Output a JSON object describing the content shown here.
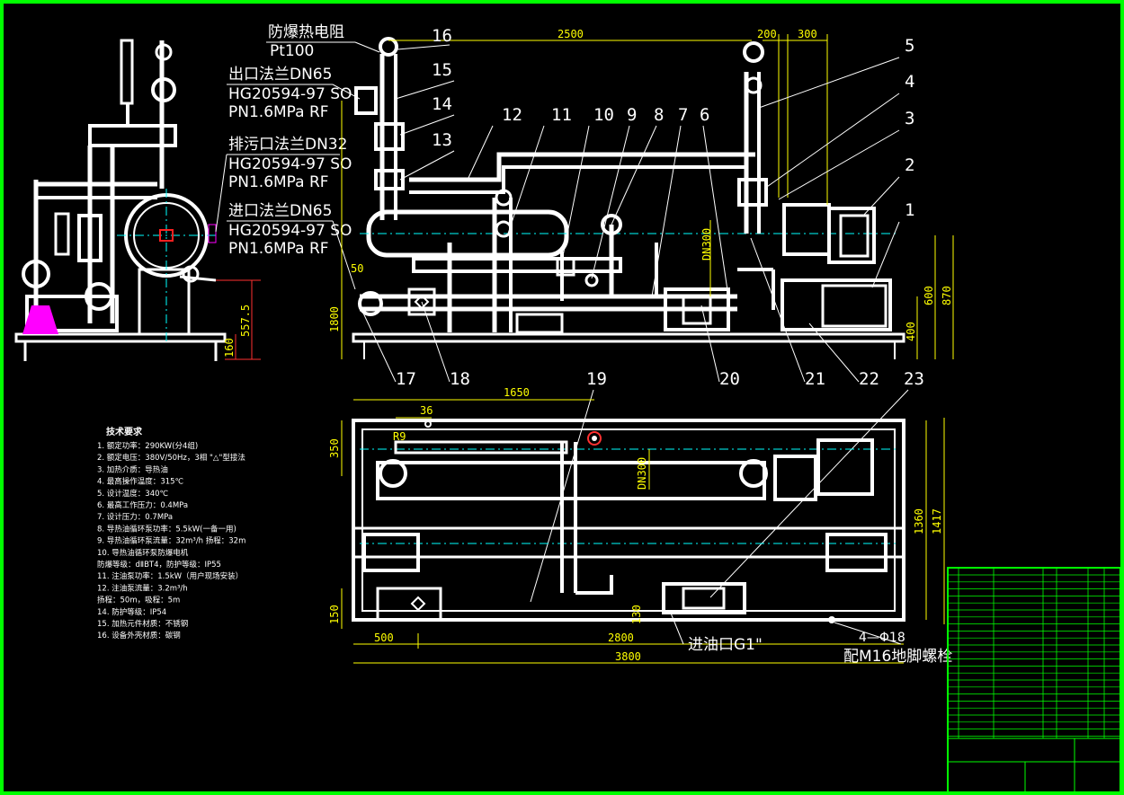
{
  "title_labels": {
    "sensor": [
      "防爆热电阻",
      "Pt100"
    ],
    "outlet": [
      "出口法兰DN65",
      "HG20594-97 SO",
      "PN1.6MPa RF"
    ],
    "drain": [
      "排污口法兰DN32",
      "HG20594-97 SO",
      "PN1.6MPa RF"
    ],
    "inlet": [
      "进口法兰DN65",
      "HG20594-97 SO",
      "PN1.6MPa RF"
    ]
  },
  "part_numbers_top": [
    "16",
    "15",
    "14",
    "13",
    "12",
    "11",
    "10",
    "9",
    "8",
    "7",
    "6",
    "5",
    "4",
    "3",
    "2",
    "1"
  ],
  "part_numbers_bottom": [
    "17",
    "18",
    "20",
    "21",
    "22",
    "19",
    "23"
  ],
  "dimensions": {
    "front": [
      "2500",
      "200",
      "300",
      "1800",
      "50",
      "DN300",
      "600",
      "870",
      "400"
    ],
    "side": [
      "557.5",
      "160"
    ],
    "plan": [
      "1650",
      "36",
      "R9",
      "350",
      "DN300",
      "1360",
      "1417",
      "150",
      "130",
      "500",
      "2800",
      "3800",
      "4—Φ18"
    ]
  },
  "plan_labels": {
    "oil_inlet": "进油口G1\"",
    "anchor": "配M16地脚螺栓"
  },
  "tech_notes": {
    "title": "技术要求",
    "items": [
      "1. 额定功率：290KW(分4组)",
      "2. 额定电压：380V/50Hz，3相 \"△\"型接法",
      "3. 加热介质：导热油",
      "4. 最高操作温度：315℃",
      "5. 设计温度：340℃",
      "6. 最高工作压力：0.4MPa",
      "7. 设计压力：0.7MPa",
      "8. 导热油循环泵功率：5.5kW(一备一用)",
      "9. 导热油循环泵流量：32m³/h  扬程：32m",
      "10. 导热油循环泵防爆电机",
      "    防爆等级：dⅡBT4，防护等级：IP55",
      "11. 注油泵功率：1.5kW（用户现场安装）",
      "12. 注油泵流量：3.2m³/h",
      "    扬程：50m，吸程：5m",
      "14. 防护等级：IP54",
      "15. 加热元件材质：不锈钢",
      "16. 设备外壳材质：碳钢"
    ]
  },
  "colors": {
    "frame": "#00ff00",
    "dim": "#ffff00",
    "center": "#00ffff",
    "accent": "#ff00ff"
  }
}
